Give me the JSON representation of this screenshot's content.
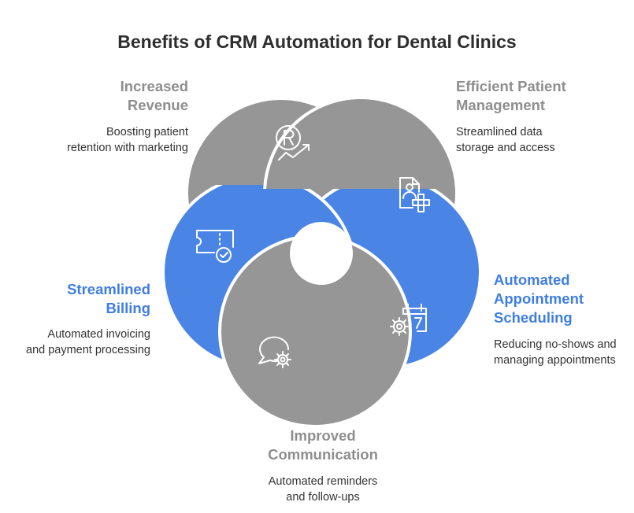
{
  "title": "Benefits of CRM Automation for Dental Clinics",
  "colors": {
    "gray": "#969696",
    "blue": "#4a84e4",
    "gray_text": "#8e8e8e",
    "blue_text": "#3f7ee0"
  },
  "items": [
    {
      "label": "Increased\nRevenue",
      "description": "Boosting patient\nretention with marketing",
      "color": "gray",
      "icon": "revenue-growth-icon"
    },
    {
      "label": "Efficient Patient\nManagement",
      "description": "Streamlined data\nstorage and access",
      "color": "gray",
      "icon": "patient-file-add-icon"
    },
    {
      "label": "Automated\nAppointment\nScheduling",
      "description": "Reducing no-shows and\nmanaging appointments",
      "color": "blue",
      "icon": "calendar-gear-icon"
    },
    {
      "label": "Improved\nCommunication",
      "description": "Automated reminders\nand follow-ups",
      "color": "gray",
      "icon": "chat-gear-icon"
    },
    {
      "label": "Streamlined\nBilling",
      "description": "Automated invoicing\nand payment processing",
      "color": "blue",
      "icon": "ticket-check-icon"
    }
  ]
}
